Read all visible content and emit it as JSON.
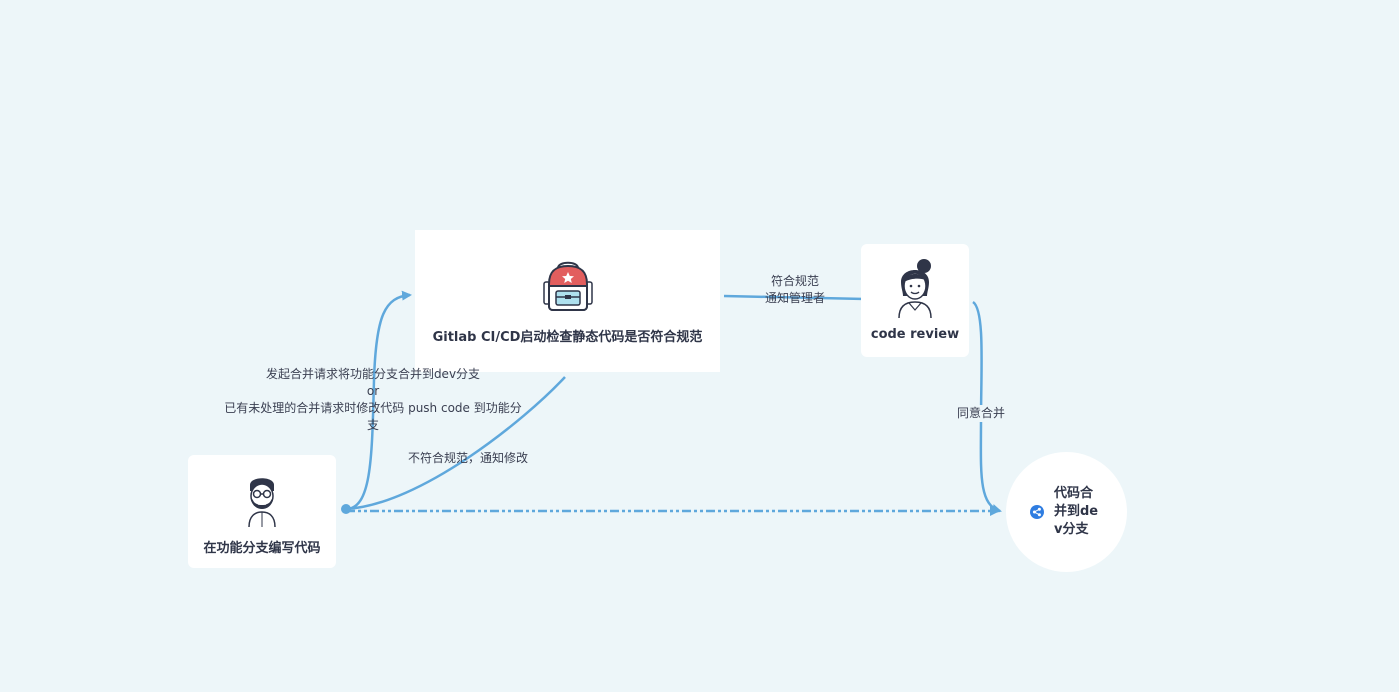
{
  "colors": {
    "background": "#edf6f9",
    "node_fill": "#ffffff",
    "edge": "#5fa8dc",
    "text": "#3a3f51",
    "share_icon": "#2f7de1",
    "backpack_red": "#e25e5e"
  },
  "nodes": {
    "developer": {
      "title": "在功能分支编写代码",
      "icon": "bearded-developer-avatar-icon"
    },
    "ci_check": {
      "title": "Gitlab CI/CD启动检查静态代码是否符合规范",
      "icon": "backpack-icon"
    },
    "code_review": {
      "title": "code review",
      "icon": "female-reviewer-avatar-icon"
    },
    "merge": {
      "title": "代码合并到dev分支",
      "icon": "share-icon"
    }
  },
  "edges": {
    "submit_request": {
      "line1": "发起合并请求将功能分支合并到dev分支",
      "line2": "or",
      "line3": "已有未处理的合并请求时修改代码 push code 到功能分支"
    },
    "reject": {
      "label": "不符合规范，通知修改"
    },
    "pass": {
      "line1": "符合规范",
      "line2": "通知管理者"
    },
    "approve": {
      "label": "同意合并"
    }
  }
}
